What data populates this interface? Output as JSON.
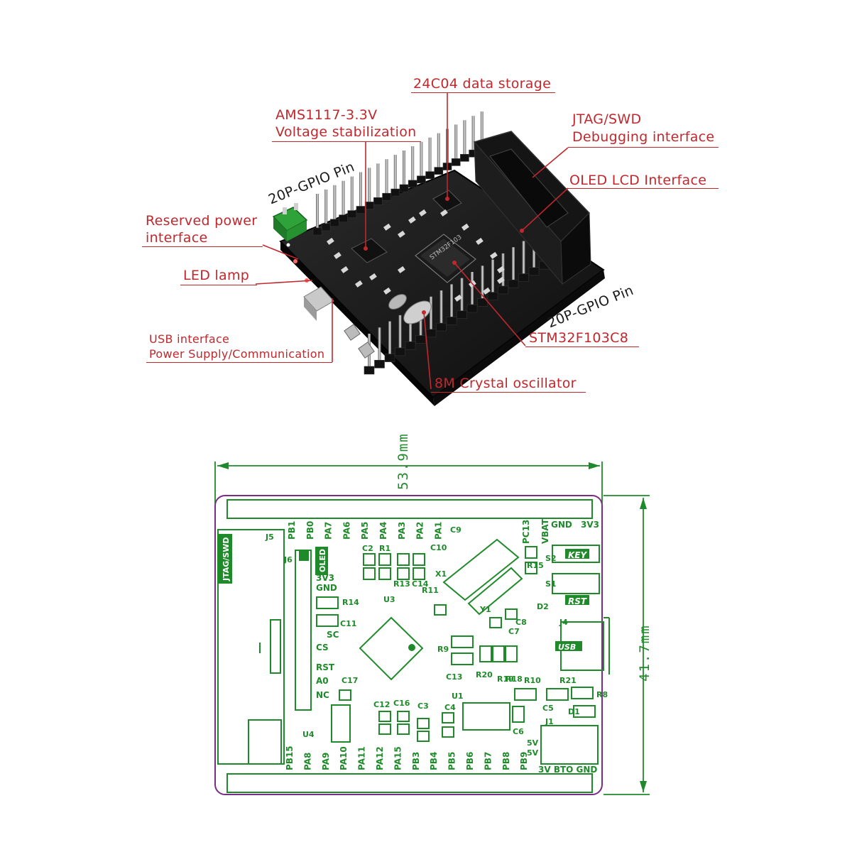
{
  "callouts": {
    "eeprom": "24C04 data storage",
    "ldo_line1": "AMS1117-3.3V",
    "ldo_line2": "Voltage stabilization",
    "jtag_line1": "JTAG/SWD",
    "jtag_line2": "Debugging interface",
    "oled": "OLED LCD Interface",
    "gpio_top": "20P-GPIO Pin",
    "power_line1": "Reserved power",
    "power_line2": "interface",
    "led": "LED lamp",
    "usb_line1": "USB interface",
    "usb_line2": "Power Supply/Communication",
    "gpio_bottom": "20P-GPIO Pin",
    "mcu": "STM32F103C8",
    "crystal": "8M Crystal oscillator"
  },
  "chip_marking": "STM32F103",
  "dimensions": {
    "width": "53.9mm",
    "height": "41.7mm"
  },
  "silkscreen": {
    "top_pins": [
      "PB1",
      "PB0",
      "PA7",
      "PA6",
      "PA5",
      "PA4",
      "PA3",
      "PA2",
      "PA1"
    ],
    "bottom_pins": [
      "PB15",
      "PA8",
      "PA9",
      "PA10",
      "PA11",
      "PA12",
      "PA15",
      "PB3",
      "PB4",
      "PB5",
      "PB6",
      "PB7",
      "PB8",
      "PB9"
    ],
    "top_right": [
      "PC13",
      "VBAT",
      "GND",
      "3V3"
    ],
    "jtag_tag": "JTAG/SWD",
    "oled_tag": "OLED",
    "oled_pins": [
      "3V3",
      "GND",
      "SC",
      "CS",
      "RST",
      "A0",
      "NC"
    ],
    "key_tag": "KEY",
    "rst_tag": "RST",
    "usb_tag": "USB",
    "boot_labels": "3V BTO GND",
    "five_v": [
      "5V",
      "5V"
    ],
    "refs": {
      "J5": "J5",
      "J6": "J6",
      "J4": "J4",
      "J1": "J1",
      "U3": "U3",
      "U1": "U1",
      "U4": "U4",
      "X1": "X1",
      "Y1": "Y1",
      "C2": "C2",
      "R1": "R1",
      "R13": "R13",
      "C14": "C14",
      "C9": "C9",
      "C10": "C10",
      "R11": "R11",
      "R14": "R14",
      "C11": "C11",
      "R9": "R9",
      "C13": "C13",
      "R20": "R20",
      "R19": "R19",
      "R18": "R18",
      "R10": "R10",
      "C7": "C7",
      "C8": "C8",
      "D2": "D2",
      "R15": "R15",
      "S2": "S2",
      "S1": "S1",
      "R21": "R21",
      "R8": "R8",
      "D1": "D1",
      "C5": "C5",
      "C6": "C6",
      "C17": "C17",
      "C12": "C12",
      "C16": "C16",
      "C3": "C3",
      "C4": "C4"
    }
  },
  "colors": {
    "callout": "#c0282d",
    "silkscreen": "#1f8a2a",
    "outline": "#7b2c86",
    "pcb": "#1a1a1a"
  }
}
